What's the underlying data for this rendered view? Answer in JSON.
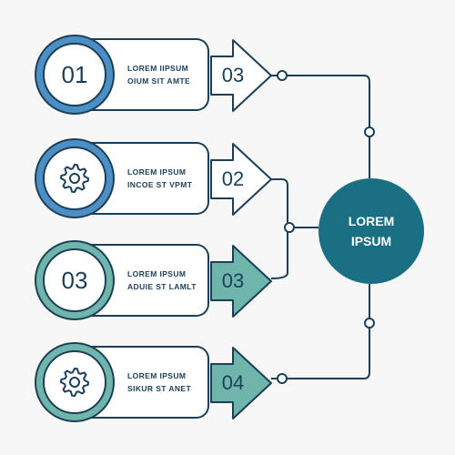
{
  "colors": {
    "outline": "#1b3f58",
    "blue": "#4b8fc4",
    "teal": "#6fb5ab",
    "hub": "#1a6f82",
    "fill_white": "#ffffff"
  },
  "steps": [
    {
      "circle_label": "01",
      "circle_icon": null,
      "line1": "LOREM IIPSUM",
      "line2": "OIUM SIT AMTE",
      "arrow_number": "03",
      "ring_color": "blue",
      "arrow_filled": false
    },
    {
      "circle_label": "",
      "circle_icon": "gear-icon",
      "line1": "LOREM IPSUM",
      "line2": "INCOE ST VPMT",
      "arrow_number": "02",
      "ring_color": "blue",
      "arrow_filled": false
    },
    {
      "circle_label": "03",
      "circle_icon": null,
      "line1": "LOREM IPSUM",
      "line2": "ADUIE ST LAMLT",
      "arrow_number": "03",
      "ring_color": "teal",
      "arrow_filled": true
    },
    {
      "circle_label": "",
      "circle_icon": "gear-icon",
      "line1": "LOREM IPSUM",
      "line2": "SIKUR ST ANET",
      "arrow_number": "04",
      "ring_color": "teal",
      "arrow_filled": true
    }
  ],
  "hub": {
    "line1": "LOREM",
    "line2": "IPSUM"
  }
}
